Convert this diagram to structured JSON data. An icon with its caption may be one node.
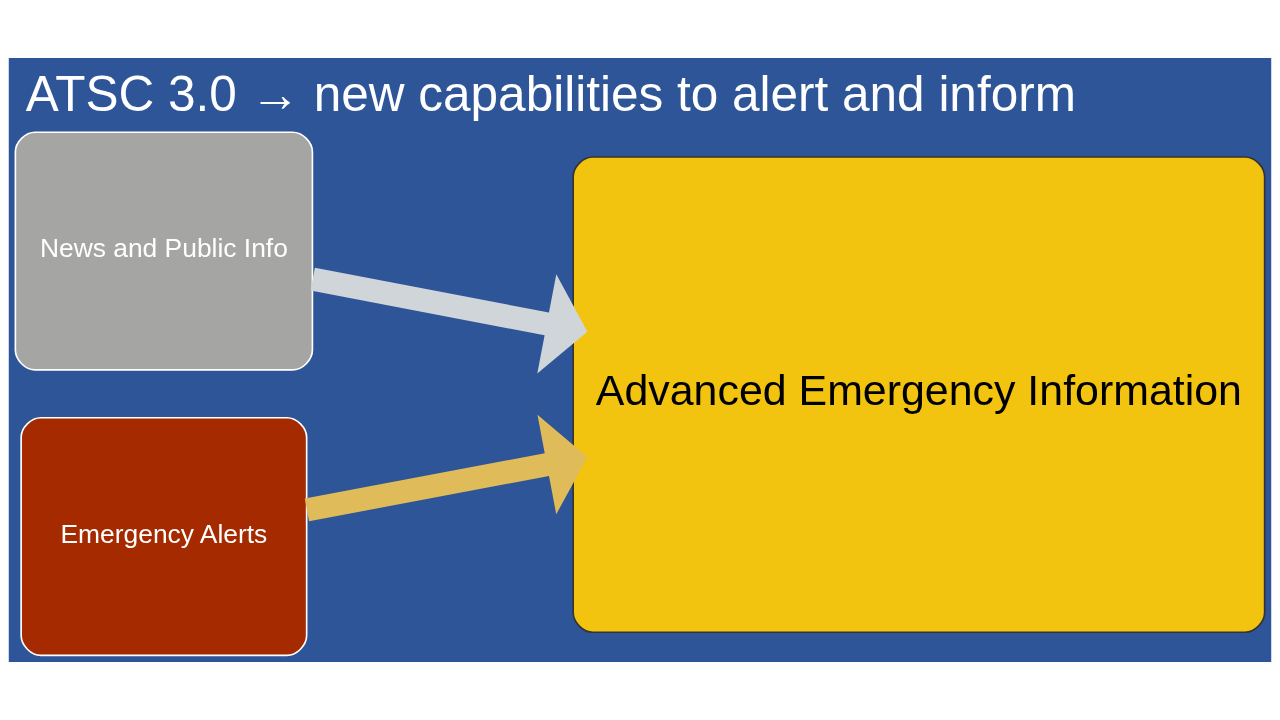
{
  "diagram": {
    "title": "ATSC 3.0 → new capabilities to alert and inform",
    "nodes": [
      {
        "text": [
          "News and Public Info"
        ]
      },
      {
        "text": [
          "Emergency Alerts"
        ]
      },
      {
        "text": [
          "Advanced Emergency Information"
        ]
      }
    ],
    "edges": [
      {
        "from": 0,
        "to": 2,
        "arrow": "to",
        "color": "#d0d5da"
      },
      {
        "from": 1,
        "to": 2,
        "arrow": "to",
        "color": "#e0bb5a"
      }
    ]
  }
}
